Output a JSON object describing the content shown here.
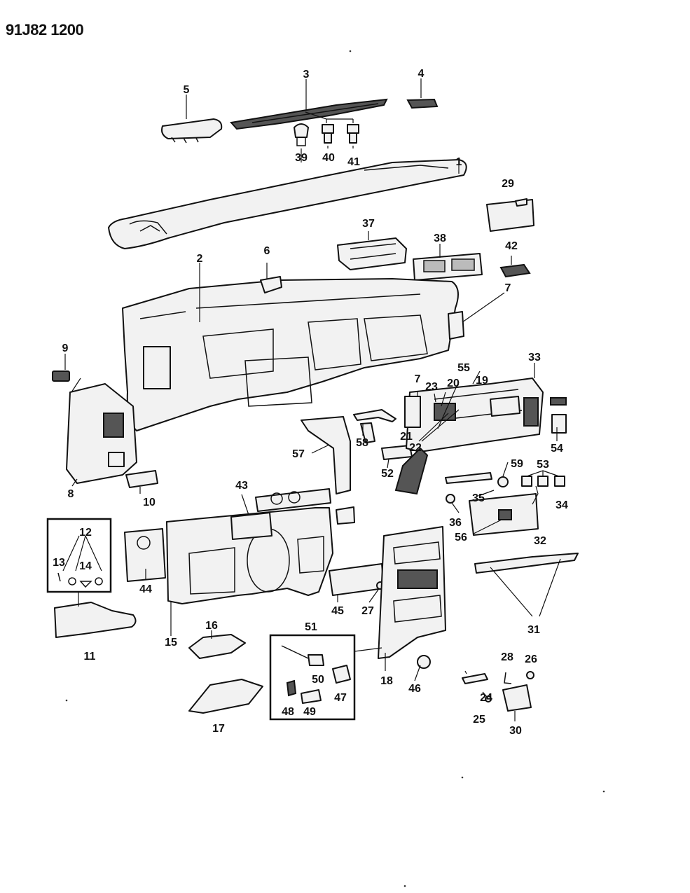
{
  "header": {
    "code": "91J82 1200"
  },
  "callouts": [
    {
      "id": "c1",
      "label": "1"
    },
    {
      "id": "c2",
      "label": "2"
    },
    {
      "id": "c3",
      "label": "3"
    },
    {
      "id": "c4",
      "label": "4"
    },
    {
      "id": "c5",
      "label": "5"
    },
    {
      "id": "c6",
      "label": "6"
    },
    {
      "id": "c7a",
      "label": "7"
    },
    {
      "id": "c7b",
      "label": "7"
    },
    {
      "id": "c8",
      "label": "8"
    },
    {
      "id": "c9",
      "label": "9"
    },
    {
      "id": "c10",
      "label": "10"
    },
    {
      "id": "c11",
      "label": "11"
    },
    {
      "id": "c12",
      "label": "12"
    },
    {
      "id": "c13",
      "label": "13"
    },
    {
      "id": "c14",
      "label": "14"
    },
    {
      "id": "c15",
      "label": "15"
    },
    {
      "id": "c16",
      "label": "16"
    },
    {
      "id": "c17",
      "label": "17"
    },
    {
      "id": "c18",
      "label": "18"
    },
    {
      "id": "c19",
      "label": "19"
    },
    {
      "id": "c20",
      "label": "20"
    },
    {
      "id": "c21",
      "label": "21"
    },
    {
      "id": "c22",
      "label": "22"
    },
    {
      "id": "c23",
      "label": "23"
    },
    {
      "id": "c24",
      "label": "24"
    },
    {
      "id": "c25",
      "label": "25"
    },
    {
      "id": "c26",
      "label": "26"
    },
    {
      "id": "c27",
      "label": "27"
    },
    {
      "id": "c28",
      "label": "28"
    },
    {
      "id": "c29",
      "label": "29"
    },
    {
      "id": "c30",
      "label": "30"
    },
    {
      "id": "c31",
      "label": "31"
    },
    {
      "id": "c32",
      "label": "32"
    },
    {
      "id": "c33",
      "label": "33"
    },
    {
      "id": "c34",
      "label": "34"
    },
    {
      "id": "c35",
      "label": "35"
    },
    {
      "id": "c36",
      "label": "36"
    },
    {
      "id": "c37",
      "label": "37"
    },
    {
      "id": "c38",
      "label": "38"
    },
    {
      "id": "c39",
      "label": "39"
    },
    {
      "id": "c40",
      "label": "40"
    },
    {
      "id": "c41",
      "label": "41"
    },
    {
      "id": "c42",
      "label": "42"
    },
    {
      "id": "c43",
      "label": "43"
    },
    {
      "id": "c44",
      "label": "44"
    },
    {
      "id": "c45",
      "label": "45"
    },
    {
      "id": "c46",
      "label": "46"
    },
    {
      "id": "c47",
      "label": "47"
    },
    {
      "id": "c48",
      "label": "48"
    },
    {
      "id": "c49",
      "label": "49"
    },
    {
      "id": "c50",
      "label": "50"
    },
    {
      "id": "c51",
      "label": "51"
    },
    {
      "id": "c52",
      "label": "52"
    },
    {
      "id": "c53",
      "label": "53"
    },
    {
      "id": "c54",
      "label": "54"
    },
    {
      "id": "c55",
      "label": "55"
    },
    {
      "id": "c56",
      "label": "56"
    },
    {
      "id": "c57",
      "label": "57"
    },
    {
      "id": "c58",
      "label": "58"
    },
    {
      "id": "c59",
      "label": "59"
    }
  ]
}
